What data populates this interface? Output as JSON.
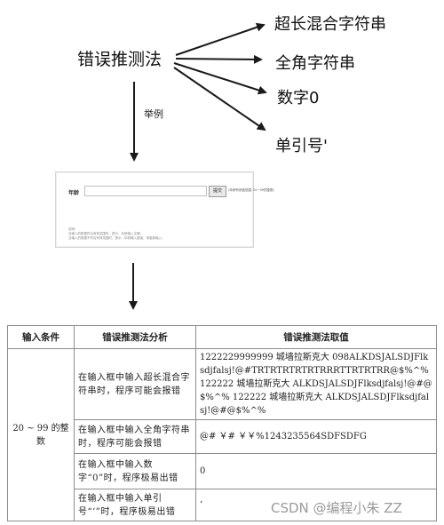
{
  "diagram": {
    "root": "错误推测法",
    "branches": [
      "超长混合字符串",
      "全角字符串",
      "数字0",
      "单引号'"
    ],
    "example_label": "举例"
  },
  "mini_screenshot": {
    "field_label": "年龄",
    "button_label": "提交",
    "hint": "(年龄有效值范围: 20~99的整数)",
    "notes": [
      "说明:",
      "当输入的数据符合有效范围时，提示：年龄输入正确；",
      "当输入的数据不符合有效范围时，提示：年龄输入错误，请重新输入。"
    ]
  },
  "table": {
    "headers": [
      "输入条件",
      "错误推测法分析",
      "错误推测法取值"
    ],
    "condition": "20 ~ 99 的整数",
    "rows": [
      {
        "analysis": "在输入框中输入超长混合字符串时，程序可能会报错",
        "value": "1222229999999 城墙拉斯克大 098ALKDSJALSDJFlksdjfalsj!@#TRTRTRTRTRTRRRTTRTRTRR@$%^% 122222 城墙拉斯克大 ALKDSJALSDJFlksdjfalsj!@#@$%^% 122222 城墙拉斯克大 ALKDSJALSDJFlksdjfalsj!@#@$%^%"
      },
      {
        "analysis": "在输入框中输入全角字符串时，程序可能会报错",
        "value": "@# ￥# ￥￥%1243235564SDFSDFG"
      },
      {
        "analysis": "在输入框中输入数字“0”时，程序极易出错",
        "value": "0"
      },
      {
        "analysis": "在输入框中输入单引号“‘”时，程序极易出错",
        "value": "‘"
      }
    ]
  },
  "watermark": "CSDN @编程小朱 ZZ",
  "colors": {
    "line": "#1a1a1a",
    "table_border": "#8c8c8c",
    "watermark": "#9a9a9a"
  }
}
